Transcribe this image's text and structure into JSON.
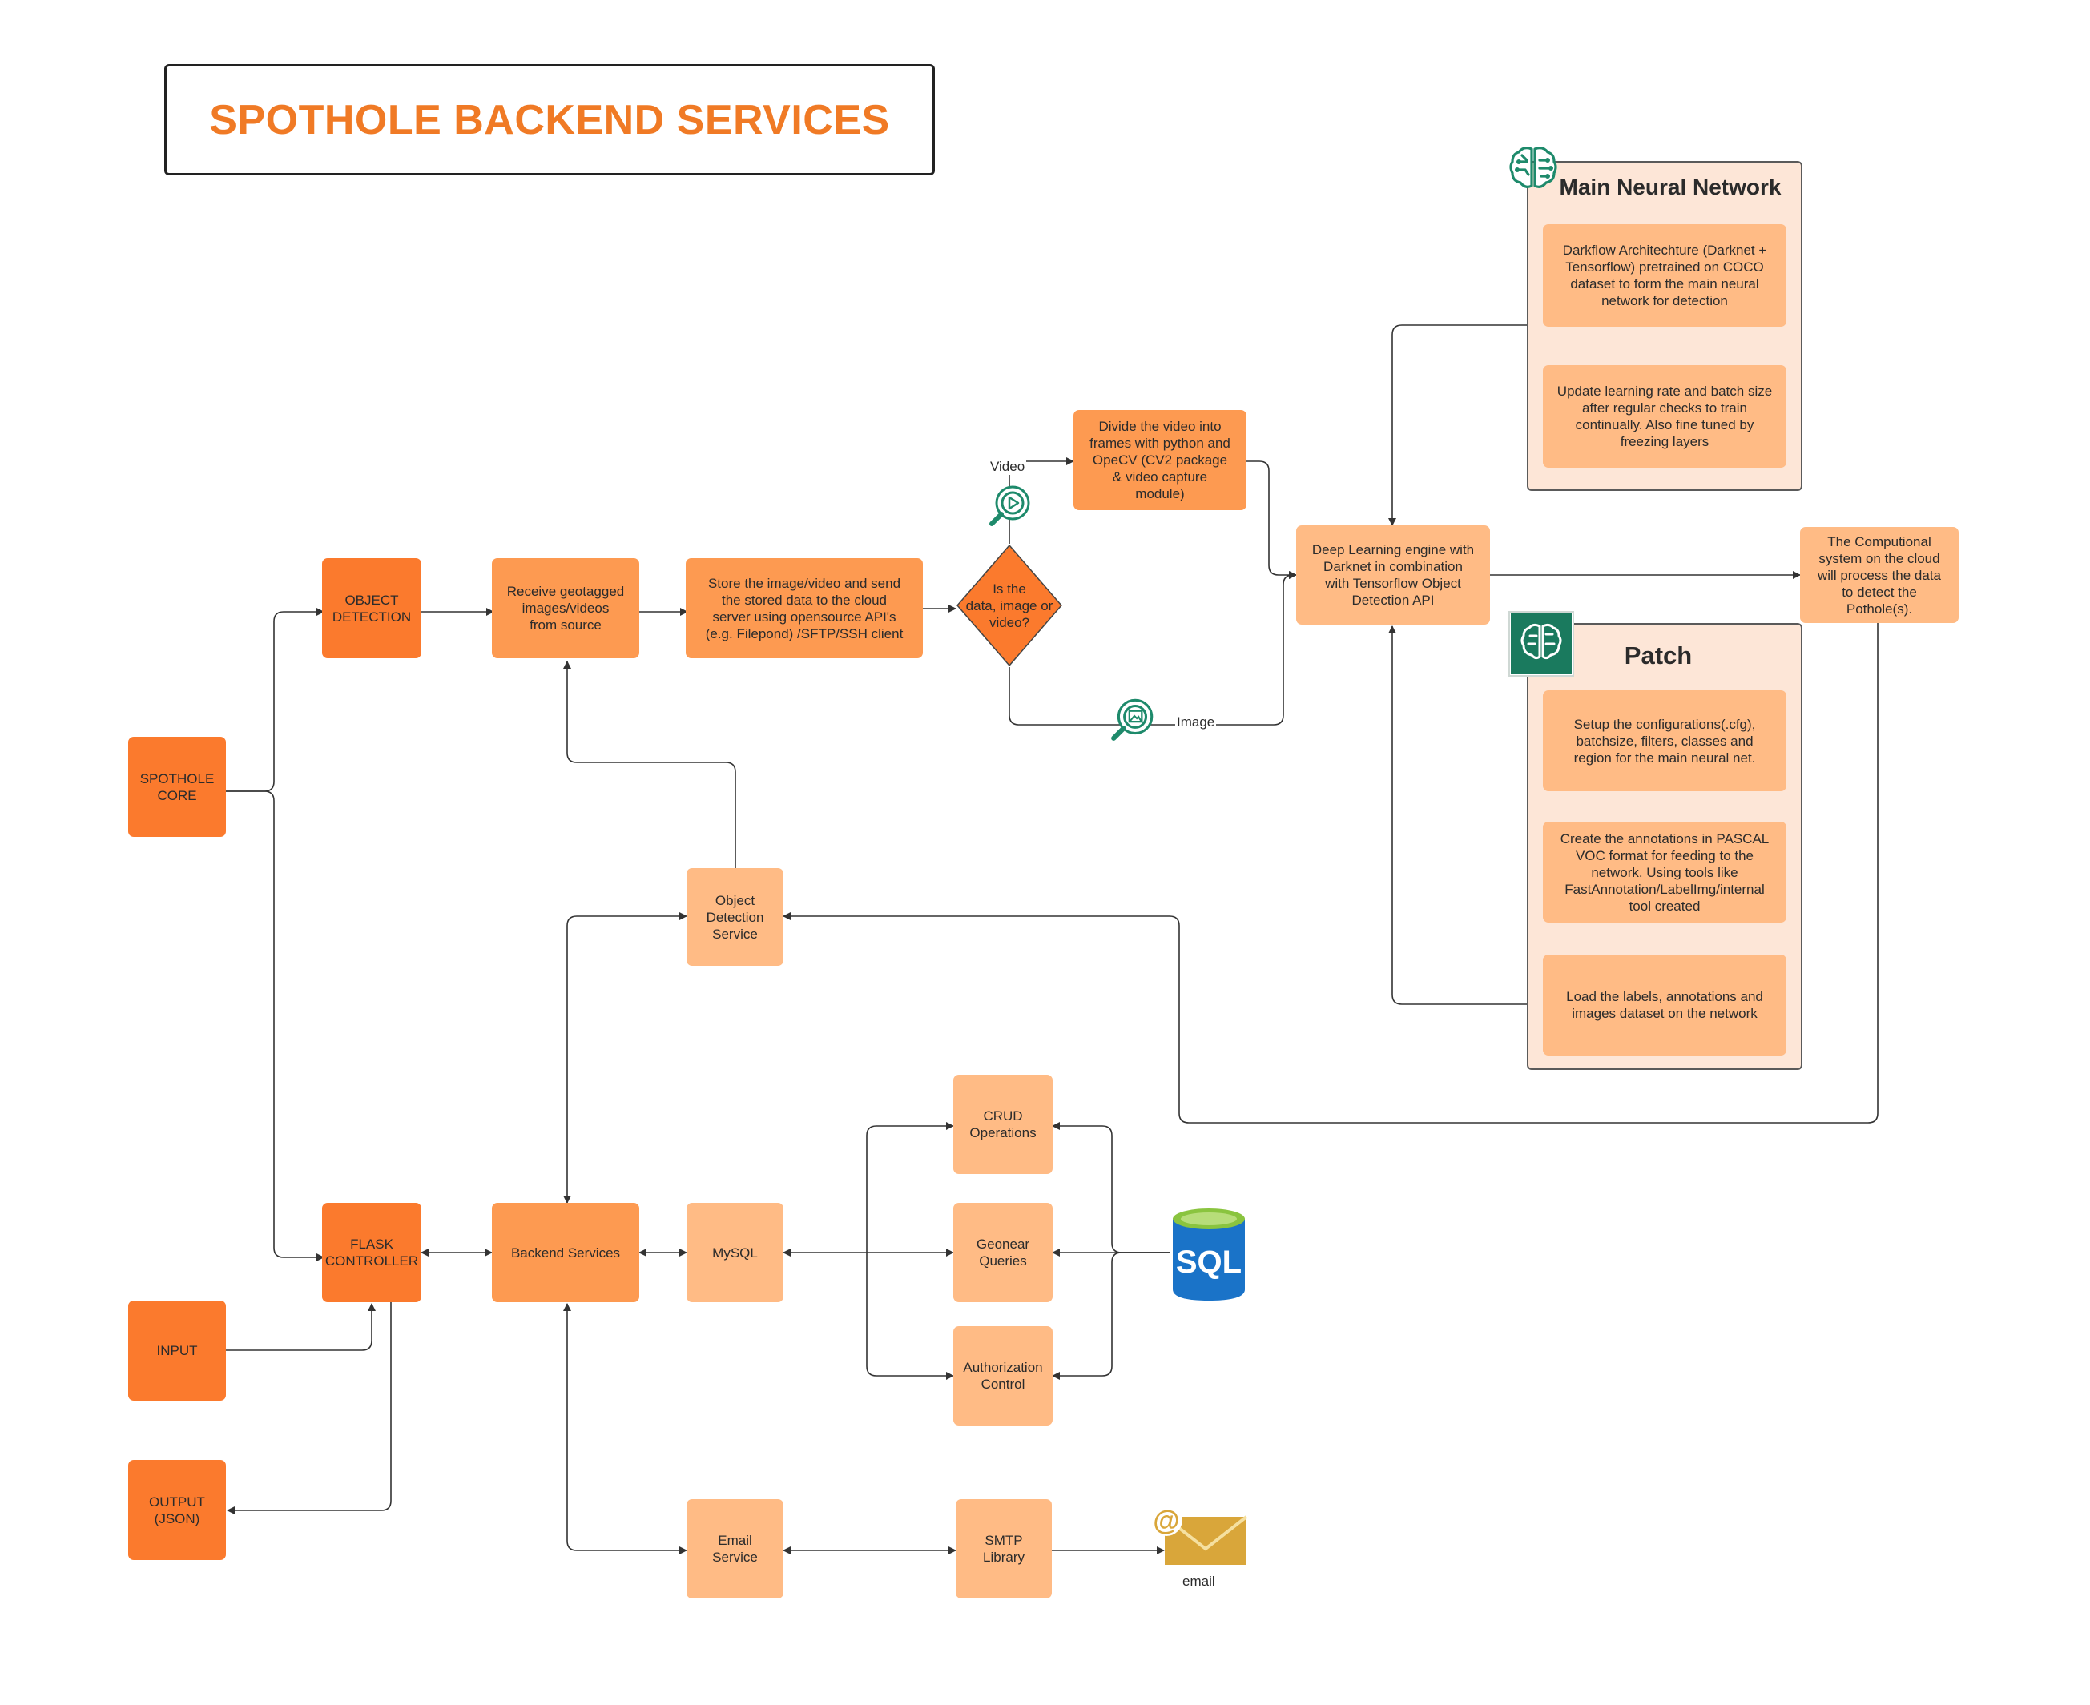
{
  "title": "SPOTHOLE BACKEND SERVICES",
  "panels": {
    "main_nn": {
      "title": "Main Neural Network"
    },
    "patch": {
      "title": "Patch"
    }
  },
  "nodes": {
    "spothole_core": "SPOTHOLE\nCORE",
    "object_detection": "OBJECT\nDETECTION",
    "receive": "Receive geotagged\nimages/videos\nfrom source",
    "store": "Store the image/video and send\nthe stored data to the cloud\nserver using opensource API's\n(e.g. Filepond) /SFTP/SSH client",
    "decision": "Is the\ndata, image or\nvideo?",
    "divide_video": "Divide the video into\nframes with python and\nOpeCV (CV2 package\n& video capture\nmodule)",
    "dl_engine": "Deep Learning engine with\nDarknet in combination\nwith Tensorflow Object\nDetection API",
    "computational": "The Computional\nsystem on the cloud\nwill process the data\nto detect the\nPothole(s).",
    "darkflow": "Darkflow Architechture (Darknet +\nTensorflow) pretrained on COCO\ndataset to form the main neural\nnetwork for detection",
    "update_lr": "Update learning rate and batch size\nafter regular checks to train\ncontinually. Also fine tuned by\nfreezing layers",
    "setup_config": "Setup the configurations(.cfg),\nbatchsize, filters, classes and\nregion for the main neural net.",
    "annotations": "Create the annotations in PASCAL\nVOC format for feeding to the\nnetwork. Using tools like\nFastAnnotation/LabelImg/internal\ntool created",
    "load_labels": "Load the labels, annotations and\nimages dataset on the network",
    "ods": "Object\nDetection\nService",
    "flask": "FLASK\nCONTROLLER",
    "backend": "Backend Services",
    "mysql": "MySQL",
    "crud": "CRUD\nOperations",
    "geonear": "Geonear\nQueries",
    "auth": "Authorization\nControl",
    "input": "INPUT",
    "output": "OUTPUT\n(JSON)",
    "email_service": "Email\nService",
    "smtp": "SMTP\nLibrary"
  },
  "edge_labels": {
    "video": "Video",
    "image": "Image"
  },
  "icons": {
    "sql": {
      "name": "sql-database-icon",
      "text": "SQL"
    },
    "email": {
      "name": "email-envelope-icon",
      "text": "email",
      "at": "@"
    },
    "brain_outline": "brain-circuit-icon",
    "brain_badge": "brain-badge-icon",
    "video_search": "video-search-icon",
    "image_search": "image-search-icon"
  },
  "colors": {
    "title": "#f07a25",
    "node_dark": "#fb7a2d",
    "node_mid": "#fd9a51",
    "node_light": "#ffbb85",
    "panel_bg": "#fde6d7",
    "icon_green": "#1e8a6b",
    "sql_blue": "#1a73c8",
    "sql_cap": "#8ac43f",
    "envelope": "#d9a63a"
  }
}
